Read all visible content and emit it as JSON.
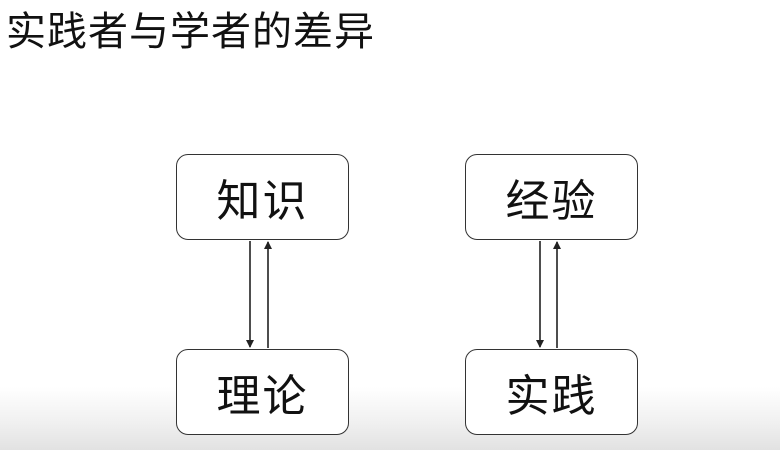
{
  "slide": {
    "title": "实践者与学者的差异"
  },
  "diagram": {
    "left_pair": {
      "top_label": "知识",
      "bottom_label": "理论"
    },
    "right_pair": {
      "top_label": "经验",
      "bottom_label": "实践"
    }
  }
}
